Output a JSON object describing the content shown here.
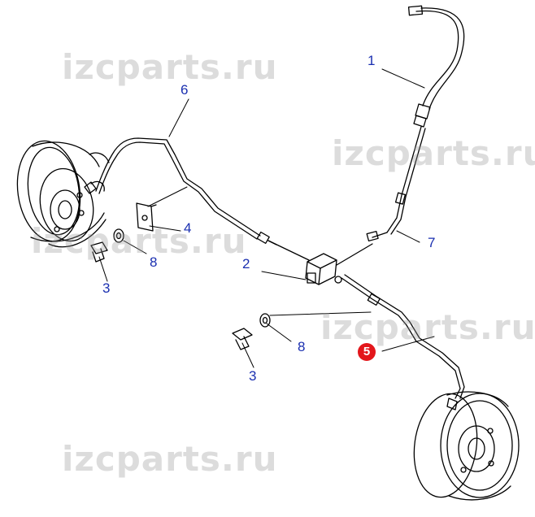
{
  "watermark": {
    "text": "izcparts.ru",
    "color": "#969696"
  },
  "callouts": [
    {
      "id": "c1",
      "label": "1",
      "highlighted": false
    },
    {
      "id": "c2",
      "label": "2",
      "highlighted": false
    },
    {
      "id": "c3a",
      "label": "3",
      "highlighted": false
    },
    {
      "id": "c3b",
      "label": "3",
      "highlighted": false
    },
    {
      "id": "c4",
      "label": "4",
      "highlighted": false
    },
    {
      "id": "c5",
      "label": "5",
      "highlighted": true
    },
    {
      "id": "c6",
      "label": "6",
      "highlighted": false
    },
    {
      "id": "c7",
      "label": "7",
      "highlighted": false
    },
    {
      "id": "c8a",
      "label": "8",
      "highlighted": false
    },
    {
      "id": "c8b",
      "label": "8",
      "highlighted": false
    }
  ],
  "colors": {
    "callout_text": "#1a2fb0",
    "highlight_fill": "#e3161b",
    "line_art": "#000000"
  }
}
